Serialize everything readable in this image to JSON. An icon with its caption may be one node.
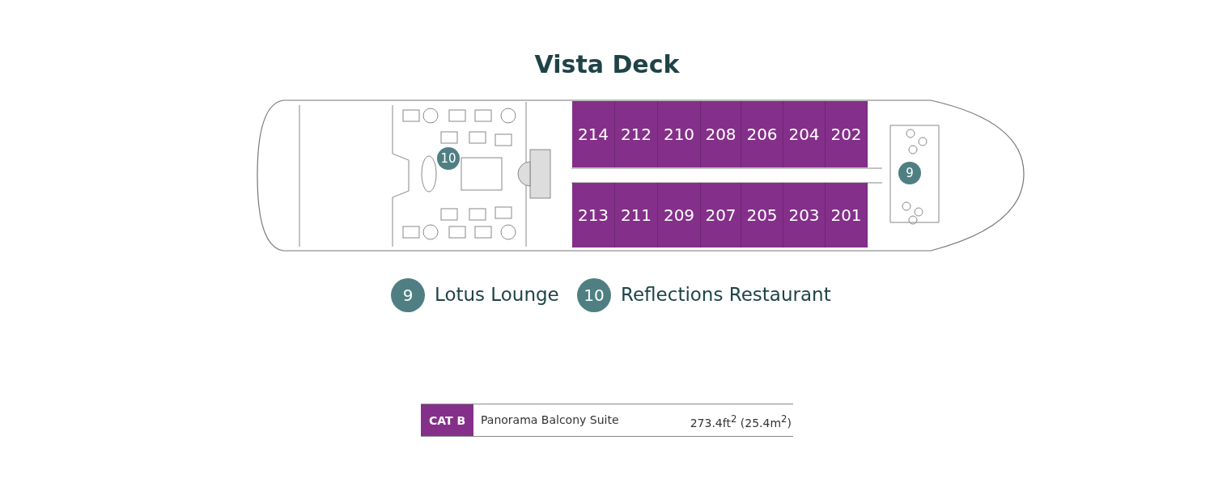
{
  "diagram": {
    "title": "Vista Deck",
    "nodes": [
      {
        "text": [
          "214"
        ]
      },
      {
        "text": [
          "212"
        ]
      },
      {
        "text": [
          "210"
        ]
      },
      {
        "text": [
          "208"
        ]
      },
      {
        "text": [
          "206"
        ]
      },
      {
        "text": [
          "204"
        ]
      },
      {
        "text": [
          "202"
        ]
      },
      {
        "text": [
          "10"
        ]
      },
      {
        "text": [
          "9"
        ]
      },
      {
        "text": [
          "213"
        ]
      },
      {
        "text": [
          "211"
        ]
      },
      {
        "text": [
          "209"
        ]
      },
      {
        "text": [
          "207"
        ]
      },
      {
        "text": [
          "205"
        ]
      },
      {
        "text": [
          "203"
        ]
      },
      {
        "text": [
          "201"
        ]
      },
      {
        "text": [
          "9"
        ],
        "beside": [
          "Lotus Lounge"
        ]
      },
      {
        "text": [
          "10"
        ],
        "beside": [
          "Reflections Restaurant"
        ]
      }
    ],
    "edges": [],
    "labels": [
      "CAT B",
      "Panorama Balcony Suite",
      "273.4ft$^{2}$ (25.4m$^{2}$)"
    ]
  }
}
